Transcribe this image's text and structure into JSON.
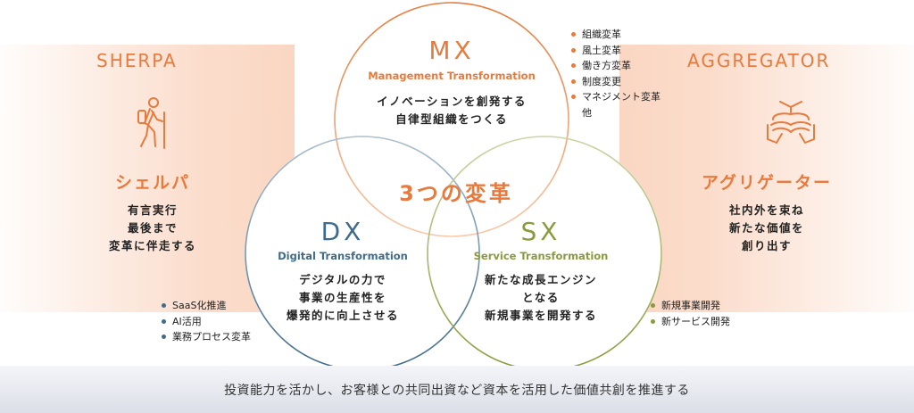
{
  "colors": {
    "orange": "#e97a3d",
    "blue": "#3f6b8c",
    "green": "#8a9a3c"
  },
  "left": {
    "title": "SHERPA",
    "icon": "hiker-icon",
    "heading": "シェルパ",
    "desc": [
      "有言実行",
      "最後まで",
      "変革に伴走する"
    ]
  },
  "right": {
    "title": "AGGREGATOR",
    "icon": "stacked-hands-icon",
    "heading": "アグリゲーター",
    "desc": [
      "社内外を束ね",
      "新たな価値を",
      "創り出す"
    ]
  },
  "center_title": "3つの変革",
  "mx": {
    "abbr": "MX",
    "name": "Management Transformation",
    "desc": [
      "イノベーションを創発する",
      "自律型組織をつくる"
    ],
    "items": [
      "組織変革",
      "風土変革",
      "働き方変革",
      "制度変更",
      "マネジメント変革"
    ],
    "more": "他"
  },
  "dx": {
    "abbr": "DX",
    "name": "Digital Transformation",
    "desc": [
      "デジタルの力で",
      "事業の生産性を",
      "爆発的に向上させる"
    ],
    "items": [
      "SaaS化推進",
      "AI活用",
      "業務プロセス変革"
    ]
  },
  "sx": {
    "abbr": "SX",
    "name": "Service Transformation",
    "desc": [
      "新たな成長エンジン",
      "となる",
      "新規事業を開発する"
    ],
    "items": [
      "新規事業開発",
      "新サービス開発"
    ]
  },
  "footer": "投資能力を活かし、お客様との共同出資など資本を活用した価値共創を推進する"
}
